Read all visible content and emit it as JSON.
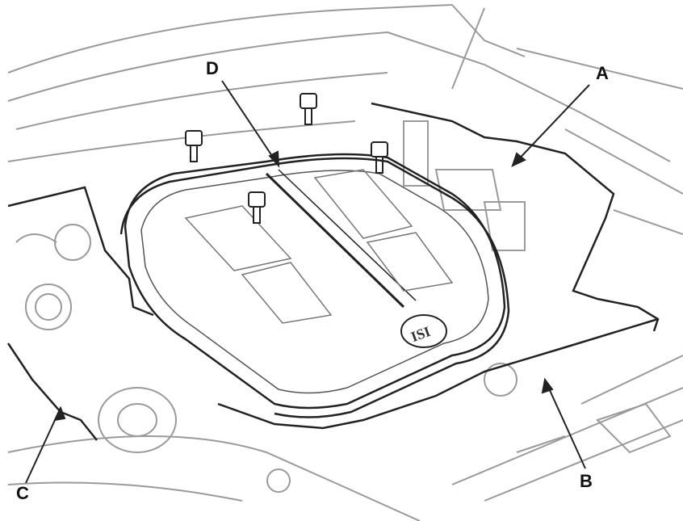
{
  "diagram": {
    "callouts": {
      "a": "A",
      "b": "B",
      "c": "C",
      "d": "D"
    },
    "emblem": "ISI",
    "colors": {
      "line": "#222222",
      "light_line": "#9a9a9a",
      "background": "#ffffff"
    }
  }
}
